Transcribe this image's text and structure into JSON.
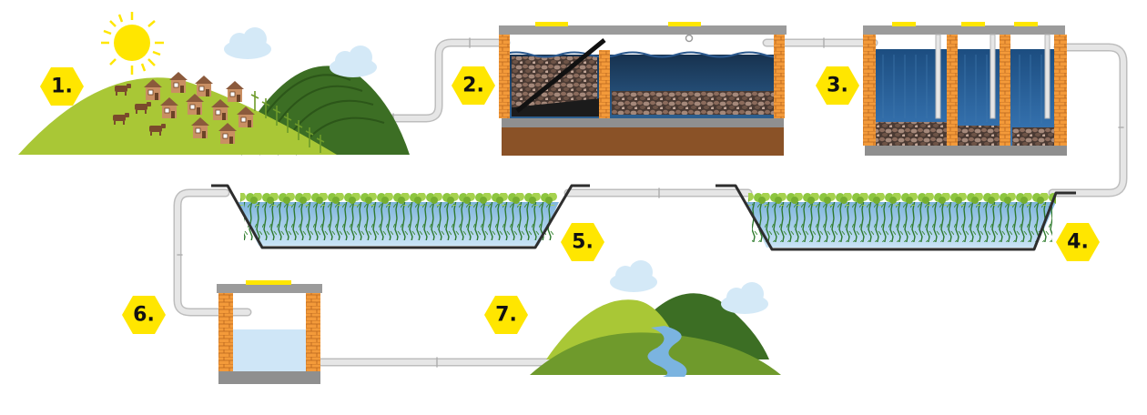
{
  "steps": [
    {
      "label": "1."
    },
    {
      "label": "2."
    },
    {
      "label": "3."
    },
    {
      "label": "4."
    },
    {
      "label": "5."
    },
    {
      "label": "6."
    },
    {
      "label": "7."
    }
  ],
  "colors": {
    "badge": "#ffe600",
    "pipe": "#dadada",
    "pipe_edge": "#b9b9b9",
    "brick": "#f39a3a",
    "brick_line": "#b8651c",
    "concrete": "#8f8f8f",
    "slab": "#9b9b9b",
    "soil": "#8a5227",
    "deep_water": "#1d3f66",
    "clear_water": "#cfe6f7",
    "hill_light": "#a9c736",
    "hill_dark": "#3c6e24",
    "wetland_plants": "#8dc63f",
    "sun": "#ffe600",
    "cloud": "#d4e9f7"
  },
  "icons": [
    "sun-icon",
    "cloud-icon",
    "cow-icon",
    "house-icon",
    "river-icon"
  ]
}
